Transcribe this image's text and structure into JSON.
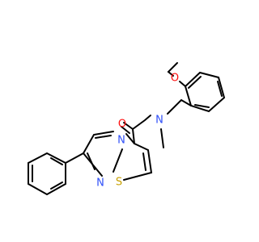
{
  "molecule": {
    "atoms": {
      "o_methoxy": {
        "symbol": "O",
        "color": "#ff0d0d"
      },
      "o_carbonyl": {
        "symbol": "O",
        "color": "#ff0d0d"
      },
      "n_amide": {
        "symbol": "N",
        "color": "#3050f8"
      },
      "n_bridge": {
        "symbol": "N",
        "color": "#3050f8"
      },
      "n_imidazole": {
        "symbol": "N",
        "color": "#3050f8"
      },
      "s_thiazole": {
        "symbol": "S",
        "color": "#c8a000"
      }
    },
    "bond_color": "#000000",
    "background": "#ffffff"
  }
}
